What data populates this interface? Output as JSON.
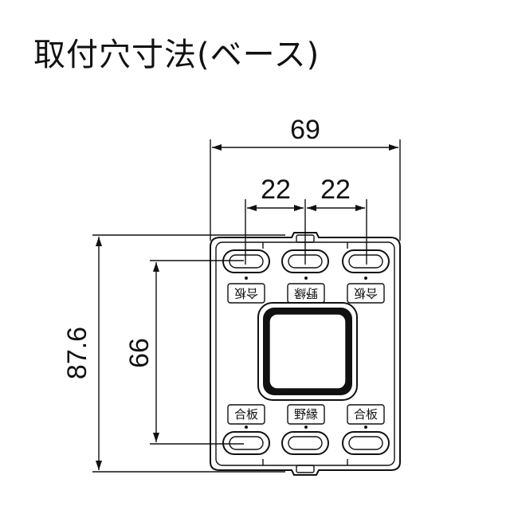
{
  "title": "取付穴寸法(ベース)",
  "dimensions": {
    "width_total": "69",
    "pitch_left": "22",
    "pitch_right": "22",
    "height_total": "87.6",
    "height_holes": "66"
  },
  "labels": {
    "top_left": "合板",
    "top_center": "野縁",
    "top_right": "合板",
    "bottom_left": "合板",
    "bottom_center": "野縁",
    "bottom_right": "合板"
  }
}
